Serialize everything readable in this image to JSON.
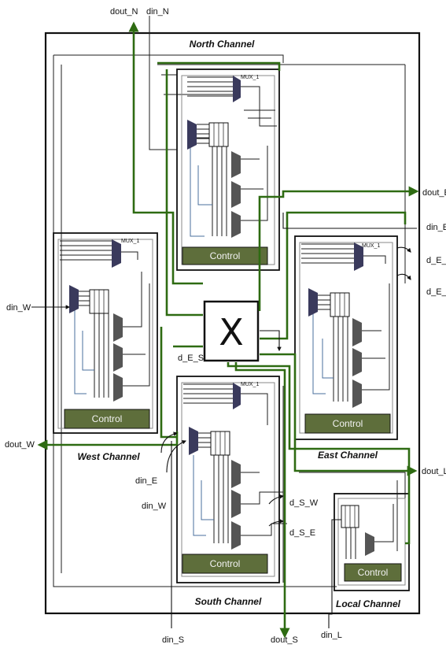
{
  "colors": {
    "frame": "#111111",
    "bus": "#2e6b12",
    "control_fill": "#5e6e3b",
    "control_text": "#f2f2f2",
    "mux_fill": "#3a3a5c",
    "thin_wire": "#1c1c1c",
    "blue_wire": "#4a6f9c"
  },
  "channels": {
    "north": "North Channel",
    "west": "West Channel",
    "east": "East Channel",
    "south": "South Channel",
    "local": "Local Channel"
  },
  "control_label": "Control",
  "mux_label": "MUX_1",
  "crossbar_symbol": "X",
  "ports": {
    "dout_n": "dout_N",
    "din_n": "din_N",
    "dout_e": "dout_E",
    "din_e_right": "din_E",
    "d_e_s": "d_E_S",
    "d_e_n": "d_E_N",
    "din_w": "din_W",
    "dout_w": "dout_W",
    "d_e_s_center": "d_E_S",
    "din_e_bottom": "din_E",
    "din_w_bottom": "din_W",
    "d_s_w": "d_S_W",
    "d_s_e": "d_S_E",
    "dout_l": "dout_L",
    "din_s": "din_S",
    "dout_s": "dout_S",
    "din_l": "din_L"
  }
}
